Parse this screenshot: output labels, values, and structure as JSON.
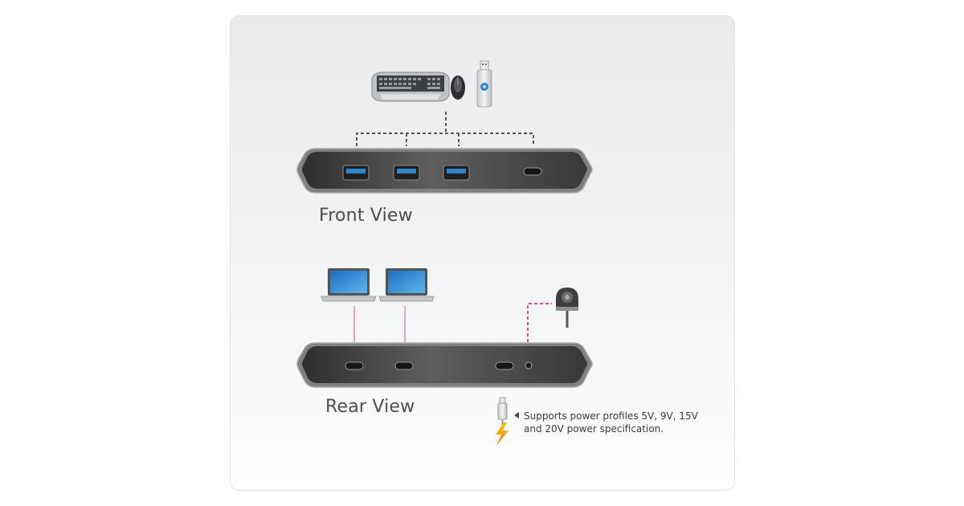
{
  "diagram": {
    "front": {
      "label": "Front View",
      "peripherals": [
        "keyboard",
        "mouse",
        "usb-flash-drive"
      ],
      "ports": [
        {
          "type": "USB-A",
          "color": "#2f86c8"
        },
        {
          "type": "USB-A",
          "color": "#2f86c8"
        },
        {
          "type": "USB-A",
          "color": "#2f86c8"
        },
        {
          "type": "USB-C"
        }
      ],
      "connector_style": "dashed",
      "connector_color": "#555555"
    },
    "rear": {
      "label": "Rear View",
      "hosts": [
        "laptop",
        "laptop"
      ],
      "ports": [
        {
          "type": "USB-C"
        },
        {
          "type": "USB-C"
        },
        {
          "type": "USB-C"
        },
        {
          "type": "remote-port"
        }
      ],
      "remote_device": "remote-port-selector",
      "link_color": "#e7a3c4",
      "remote_link_color": "#d0508c"
    },
    "power_note": {
      "line1": "Supports power profiles 5V, 9V, 15V",
      "line2": "and 20V power specification."
    },
    "colors": {
      "device_body": "#4a4a4a",
      "device_rim": "#8c8c8c",
      "bolt": "#f5a623"
    }
  }
}
